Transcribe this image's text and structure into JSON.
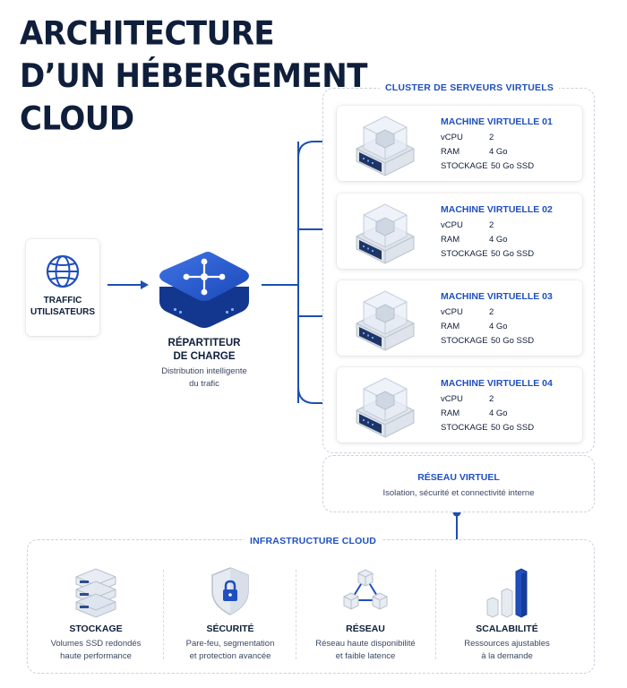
{
  "title": {
    "line1": "ARCHITECTURE",
    "line2": "D’UN HÉBERGEMENT",
    "line3": "CLOUD"
  },
  "traffic": {
    "label_line1": "TRAFFIC",
    "label_line2": "UTILISATEURS",
    "icon": "globe-icon"
  },
  "load_balancer": {
    "title_line1": "RÉPARTITEUR",
    "title_line2": "DE CHARGE",
    "desc_line1": "Distribution intelligente",
    "desc_line2": "du trafic",
    "icon": "load-balancer-icon"
  },
  "cluster": {
    "label": "CLUSTER DE SERVEURS VIRTUELS",
    "vms": [
      {
        "name": "MACHINE VIRTUELLE 01",
        "vcpu_label": "vCPU",
        "vcpu": "2",
        "ram_label": "RAM",
        "ram": "4 Go",
        "storage_label": "STOCKAGE",
        "storage": "50 Go SSD"
      },
      {
        "name": "MACHINE VIRTUELLE 02",
        "vcpu_label": "vCPU",
        "vcpu": "2",
        "ram_label": "RAM",
        "ram": "4 Go",
        "storage_label": "STOCKAGE",
        "storage": "50 Go SSD"
      },
      {
        "name": "MACHINE VIRTUELLE 03",
        "vcpu_label": "vCPU",
        "vcpu": "2",
        "ram_label": "RAM",
        "ram": "4 Go",
        "storage_label": "STOCKAGE",
        "storage": "50 Go SSD"
      },
      {
        "name": "MACHINE VIRTUELLE 04",
        "vcpu_label": "vCPU",
        "vcpu": "2",
        "ram_label": "RAM",
        "ram": "4 Go",
        "storage_label": "STOCKAGE",
        "storage": "50 Go SSD"
      }
    ]
  },
  "virtual_network": {
    "title": "RÉSEAU VIRTUEL",
    "desc": "Isolation, sécurité et connectivité interne"
  },
  "infrastructure": {
    "label": "INFRASTRUCTURE CLOUD",
    "items": [
      {
        "title": "STOCKAGE",
        "desc_line1": "Volumes SSD redondés",
        "desc_line2": "haute performance",
        "icon": "storage-icon"
      },
      {
        "title": "SÉCURITÉ",
        "desc_line1": "Pare-feu, segmentation",
        "desc_line2": "et protection avancée",
        "icon": "shield-lock-icon"
      },
      {
        "title": "RÉSEAU",
        "desc_line1": "Réseau haute disponibilité",
        "desc_line2": "et faible latence",
        "icon": "network-cubes-icon"
      },
      {
        "title": "SCALABILITÉ",
        "desc_line1": "Ressources ajustables",
        "desc_line2": "à la demande",
        "icon": "scalability-bars-icon"
      }
    ]
  },
  "colors": {
    "accent": "#1f4fbf",
    "connector": "#1d4fb0",
    "dark_text": "#0f1e3a"
  }
}
